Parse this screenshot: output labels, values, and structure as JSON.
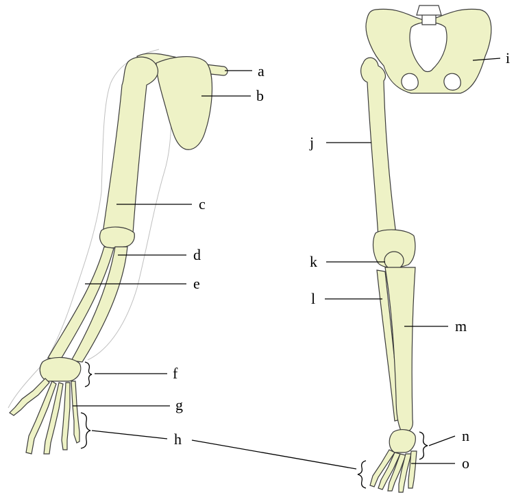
{
  "colors": {
    "bone": "#eef2c6",
    "outline": "#3a3a3a",
    "skin": "#bfbfbf",
    "shadow": "#cfcfcf",
    "pointer": "#000000"
  },
  "labels": {
    "a": "a",
    "b": "b",
    "c": "c",
    "d": "d",
    "e": "e",
    "f": "f",
    "g": "g",
    "h": "h",
    "i": "i",
    "j": "j",
    "k": "k",
    "l": "l",
    "m": "m",
    "n": "n",
    "o": "o"
  }
}
